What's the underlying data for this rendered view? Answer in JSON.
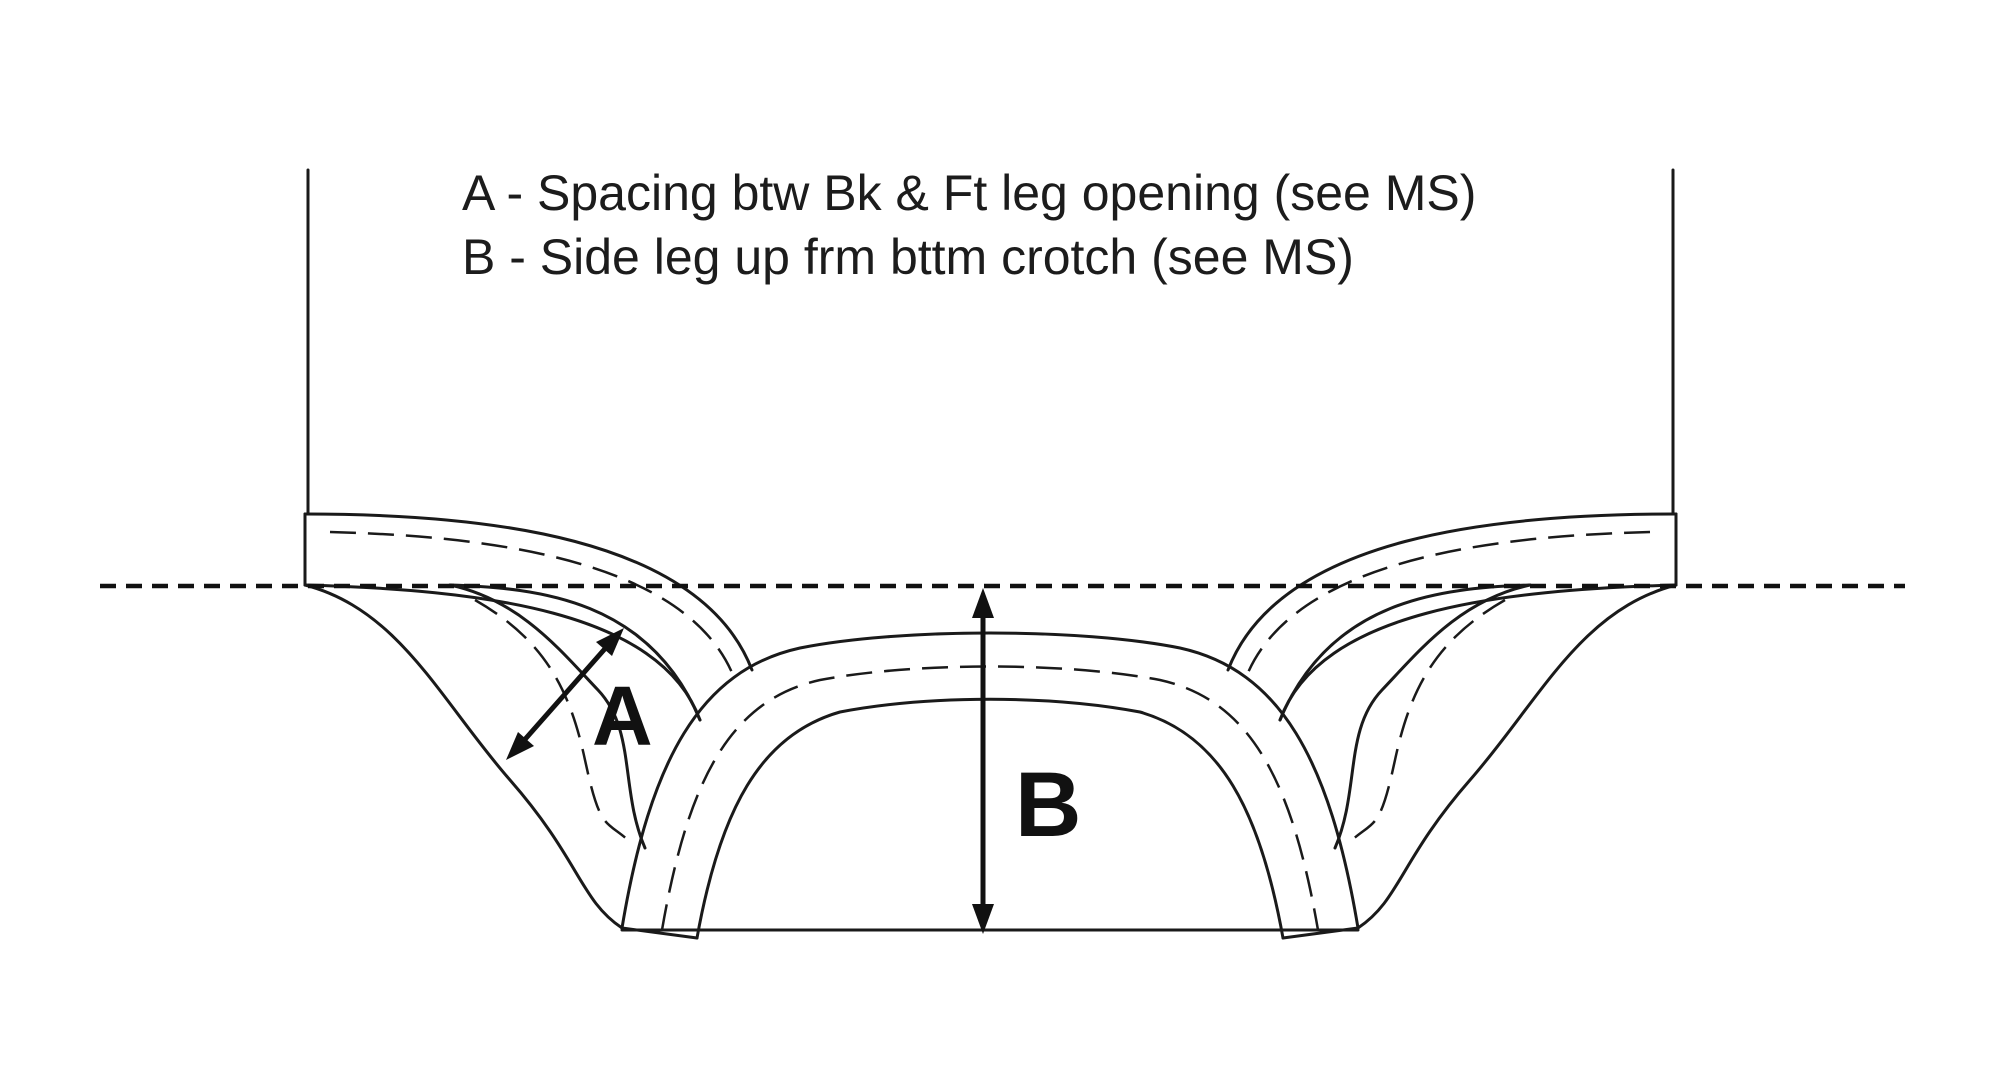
{
  "legend": {
    "line_a": "A - Spacing btw Bk & Ft leg opening (see MS)",
    "line_b": "B - Side leg up frm bttm crotch (see MS)"
  },
  "labels": {
    "a": "A",
    "b": "B"
  },
  "colors": {
    "ink": "#1a1a1a",
    "background": "#ffffff"
  }
}
